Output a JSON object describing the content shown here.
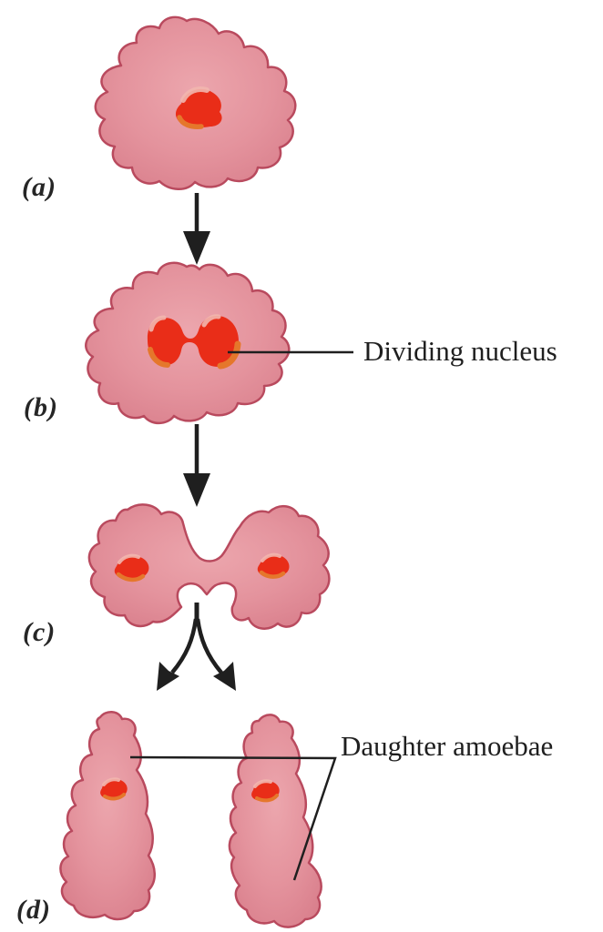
{
  "figure": {
    "stages": [
      {
        "id": "a",
        "label": "(a)"
      },
      {
        "id": "b",
        "label": "(b)"
      },
      {
        "id": "c",
        "label": "(c)"
      },
      {
        "id": "d",
        "label": "(d)"
      }
    ],
    "annotations": {
      "dividing_nucleus": "Dividing nucleus",
      "daughter_amoebae": "Daughter amoebae"
    },
    "colors": {
      "cell_body_center": "#eca6ad",
      "cell_body_edge": "#d97f8c",
      "cell_outline": "#b94a5e",
      "nucleus": "#e92d18",
      "nucleus_rim": "#e5772b",
      "nucleus_highlight": "#f2b6ae",
      "ink": "#1f1f1f",
      "background": "#ffffff"
    }
  }
}
